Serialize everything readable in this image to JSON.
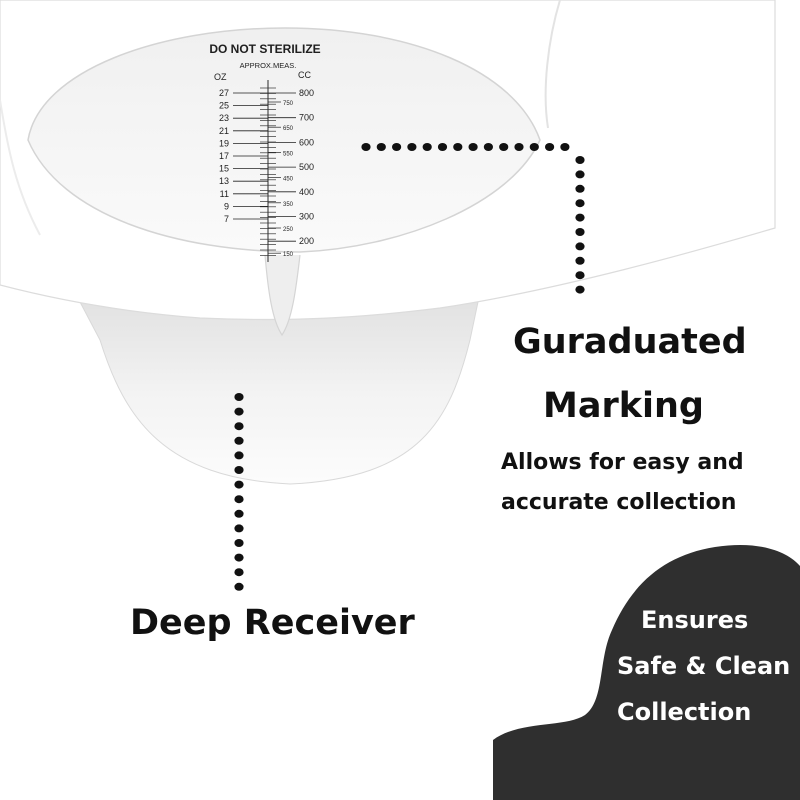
{
  "scale": {
    "warning": "DO NOT STERILIZE",
    "subtitle": "APPROX.MEAS.",
    "oz_header": "OZ",
    "cc_header": "CC",
    "oz_labels": [
      "27",
      "25",
      "23",
      "21",
      "19",
      "17",
      "15",
      "13",
      "11",
      "9",
      "7"
    ],
    "cc_major_labels": [
      "800",
      "700",
      "600",
      "500",
      "400",
      "300",
      "200"
    ],
    "cc_minor_labels": [
      "750",
      "650",
      "550",
      "450",
      "350",
      "250",
      "150"
    ]
  },
  "callouts": {
    "graduated": {
      "title_line1": "Guraduated",
      "title_line2": "Marking",
      "desc_line1": "Allows for easy and",
      "desc_line2": "accurate collection"
    },
    "deep": {
      "title": "Deep Receiver"
    }
  },
  "badge": {
    "line1": "Ensures",
    "line2": "Safe & Clean",
    "line3": "Collection"
  },
  "colors": {
    "text": "#111111",
    "blob": "#2f2f2f",
    "blob_text": "#ffffff",
    "dots": "#111111",
    "product": "#ffffff"
  }
}
